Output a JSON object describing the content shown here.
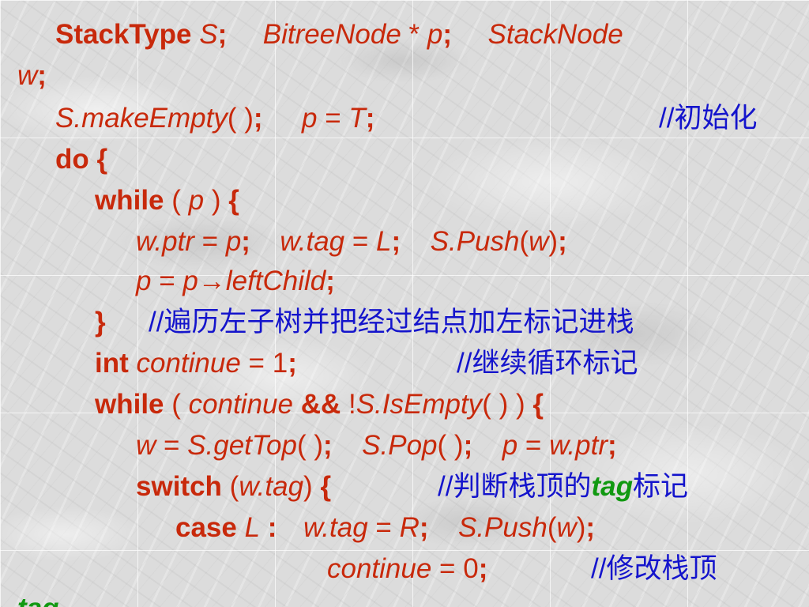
{
  "slide": {
    "lines": [
      {
        "kw1": "StackType",
        "v1": "S",
        "s1": ";",
        "v2": "BitreeNode",
        "s2": " * ",
        "v3": "p",
        "s3": ";",
        "v4": "StackNode"
      },
      {
        "v1": "w",
        "s1": ";"
      },
      {
        "v1": "S.makeEmpty",
        "p1": "( )",
        "s1": ";",
        "v2": "p",
        "op1": " = ",
        "v3": "T",
        "s2": ";",
        "c1": "//",
        "c2": "初始化"
      },
      {
        "kw1": "do",
        "s1": " {"
      },
      {
        "kw1": "while",
        "p1": " ( ",
        "v1": "p",
        "p2": " ) ",
        "s1": "{"
      },
      {
        "v1": "w.ptr",
        "op1": " = ",
        "v2": "p",
        "s1": ";",
        "v3": "w.tag",
        "op2": " = ",
        "v4": "L",
        "s2": ";",
        "v5": "S.Push",
        "p1": "(",
        "v6": "w",
        "p2": ")",
        "s3": ";"
      },
      {
        "v1": "p",
        "op1": " = ",
        "v2": "p→leftChild",
        "s1": ";"
      },
      {
        "s1": "}",
        "c1": "//",
        "c2": "遍历左子树并把经过结点加左标记进栈"
      },
      {
        "kw1": "int",
        "v1": "continue",
        "op1": " = ",
        "n1": "1",
        "s1": ";",
        "c1": "//",
        "c2": "继续循环标记"
      },
      {
        "kw1": "while",
        "p1": " ( ",
        "v1": "continue",
        "s1": " && ",
        "p2": "!",
        "v2": "S.IsEmpty",
        "p3": "( ) ) ",
        "s2": "{"
      },
      {
        "v1": "w",
        "op1": " = ",
        "v2": "S.getTop",
        "p1": "( )",
        "s1": ";",
        "v3": "S.Pop",
        "p2": "( )",
        "s2": ";",
        "v4": "p",
        "op2": " = ",
        "v5": "w.ptr",
        "s3": ";"
      },
      {
        "kw1": "switch",
        "p1": " (",
        "v1": "w.tag",
        "p2": ") ",
        "s1": "{",
        "c1": "//",
        "c2": "判断栈顶的",
        "c3": "tag",
        "c4": "标记"
      },
      {
        "kw1": "case",
        "v1": "L",
        "s1": " :",
        "v2": "w.tag",
        "op1": " = ",
        "v3": "R",
        "s2": ";",
        "v4": "S.Push",
        "p1": "(",
        "v5": "w",
        "p2": ")",
        "s3": ";"
      },
      {
        "v1": "continue",
        "op1": " = ",
        "n1": "0",
        "s1": ";",
        "c1": "//",
        "c2": "修改栈顶"
      },
      {
        "cw": "tag"
      }
    ]
  },
  "colors": {
    "code": "#c8290b",
    "comment": "#1414cc",
    "comment_keyword": "#119911"
  }
}
